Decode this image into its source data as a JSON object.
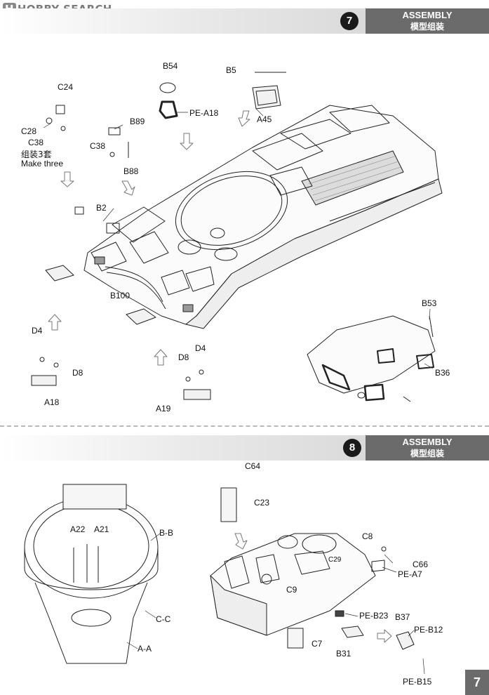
{
  "site": {
    "logo_text": "HOBBY SEARCH"
  },
  "page_number": "7",
  "steps": [
    {
      "number": "7",
      "title_en": "ASSEMBLY",
      "title_cn": "模型组装"
    },
    {
      "number": "8",
      "title_en": "ASSEMBLY",
      "title_cn": "模型组装"
    }
  ],
  "step7_labels": {
    "b54": "B54",
    "b5": "B5",
    "pe_a18": "PE-A18",
    "a45": "A45",
    "c24": "C24",
    "c28": "C28",
    "c38a": "C38",
    "make_three_cn": "组装3套",
    "make_three_en": "Make three",
    "b89": "B89",
    "c38b": "C38",
    "b88": "B88",
    "b2": "B2",
    "b100": "B100",
    "d4a": "D4",
    "d8a": "D8",
    "a18": "A18",
    "d8b": "D8",
    "d4b": "D4",
    "a19": "A19",
    "b53": "B53",
    "b36": "B36"
  },
  "step8_labels": {
    "a22": "A22",
    "a21": "A21",
    "bb": "B-B",
    "cc": "C-C",
    "aa": "A-A",
    "c64": "C64",
    "c23": "C23",
    "c8": "C8",
    "c66": "C66",
    "pe_a7": "PE-A7",
    "c29": "C29",
    "c9": "C9",
    "pe_b23": "PE-B23",
    "b37": "B37",
    "pe_b12": "PE-B12",
    "c7": "C7",
    "b31": "B31",
    "pe_b15": "PE-B15"
  }
}
